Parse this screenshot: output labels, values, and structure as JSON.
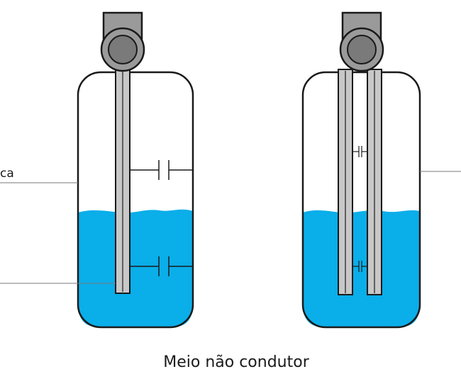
{
  "labels": {
    "left_partial_upper": "ca",
    "caption": "Meio não condutor"
  },
  "colors": {
    "liquid": "#0aaee9",
    "outline": "#1a1a1a",
    "probe_fill": "#c8c8c8",
    "head_fill": "#9a9a9a",
    "leader_line": "#7a7a7a"
  },
  "icons": [
    "capacitor-symbol",
    "probe-head"
  ]
}
